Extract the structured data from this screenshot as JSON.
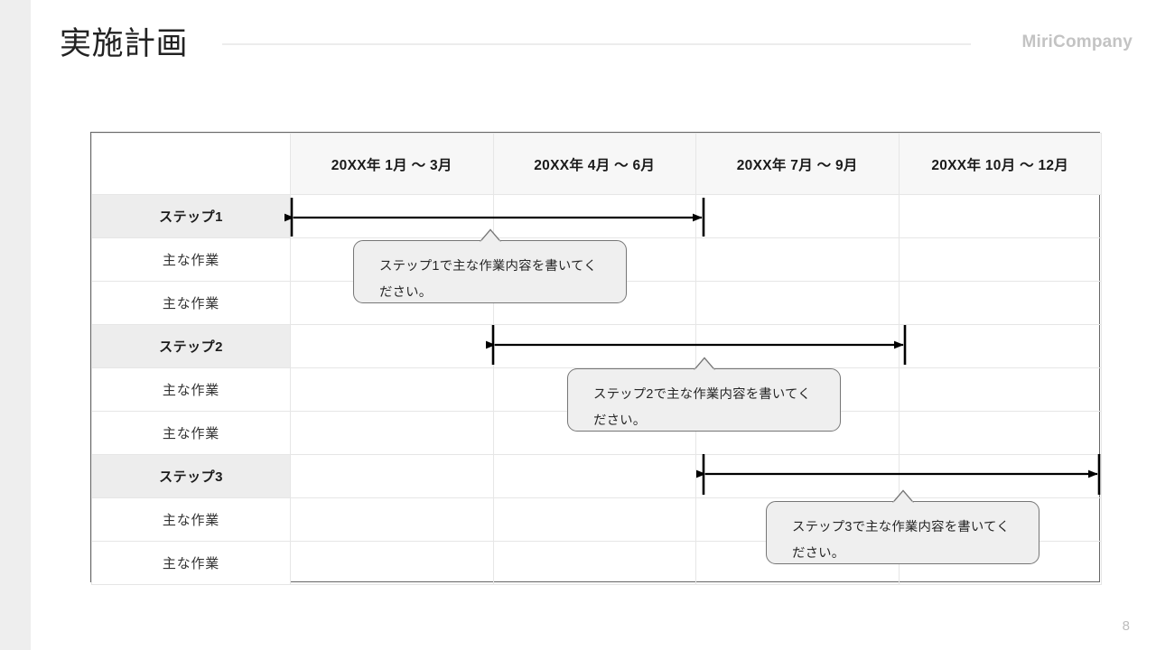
{
  "header": {
    "title": "実施計画",
    "brand": "MiriCompany"
  },
  "table": {
    "columns": [
      "",
      "20XX年 1月 ～ 3月",
      "20XX年 4月 ～ 6月",
      "20XX年 7月 ～ 9月",
      "20XX年 10月 ～ 12月"
    ],
    "rows": [
      {
        "type": "step",
        "label": "ステップ1"
      },
      {
        "type": "task",
        "label": "主な作業"
      },
      {
        "type": "task",
        "label": "主な作業"
      },
      {
        "type": "step",
        "label": "ステップ2"
      },
      {
        "type": "task",
        "label": "主な作業"
      },
      {
        "type": "task",
        "label": "主な作業"
      },
      {
        "type": "step",
        "label": "ステップ3"
      },
      {
        "type": "task",
        "label": "主な作業"
      },
      {
        "type": "task",
        "label": "主な作業"
      }
    ]
  },
  "callouts": [
    {
      "text": "ステップ1で主な作業内容を書いてください。"
    },
    {
      "text": "ステップ2で主な作業内容を書いてください。"
    },
    {
      "text": "ステップ3で主な作業内容を書いてください。"
    }
  ],
  "chart_data": {
    "type": "bar",
    "title": "実施計画",
    "categories": [
      "20XX年 1月 ～ 3月",
      "20XX年 4月 ～ 6月",
      "20XX年 7月 ～ 9月",
      "20XX年 10月 ～ 12月"
    ],
    "series": [
      {
        "name": "ステップ1",
        "start_quarter": 1,
        "end_quarter": 2,
        "bar_label": ""
      },
      {
        "name": "ステップ2",
        "start_quarter": 2,
        "end_quarter": 3,
        "bar_label": ""
      },
      {
        "name": "ステップ3",
        "start_quarter": 3,
        "end_quarter": 4,
        "bar_label": ""
      }
    ],
    "xlabel": "",
    "ylabel": "",
    "grid": true,
    "legend": "none"
  },
  "footer": {
    "page_number": "8"
  },
  "colors": {
    "accent_strip": "#eeeeee",
    "table_border": "#666666",
    "grid_line": "#e6e6e6",
    "header_fill": "#f7f7f7",
    "step_fill": "#ededed",
    "callout_fill": "#efefef",
    "callout_border": "#767676",
    "brand_text": "#c3c3c3",
    "arrow": "#000000"
  }
}
